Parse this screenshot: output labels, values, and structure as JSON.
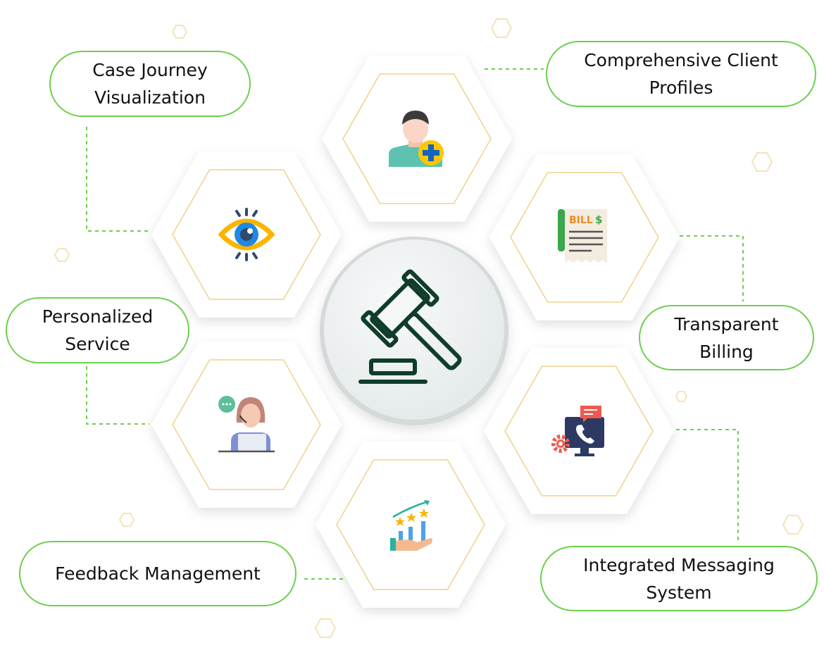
{
  "center": {
    "icon": "gavel-icon"
  },
  "features": [
    {
      "label": "Case Journey Visualization",
      "lines": [
        "Case Journey",
        "Visualization"
      ],
      "icon": "eye-icon"
    },
    {
      "label": "Comprehensive Client Profiles",
      "lines": [
        "Comprehensive Client",
        "Profiles"
      ],
      "icon": "user-add-icon"
    },
    {
      "label": "Transparent Billing",
      "lines": [
        "Transparent",
        "Billing"
      ],
      "icon": "bill-icon",
      "icon_text": "BILL",
      "icon_symbol": "$"
    },
    {
      "label": "Personalized Service",
      "lines": [
        "Personalized",
        "Service"
      ],
      "icon": "support-agent-icon"
    },
    {
      "label": "Feedback Management",
      "lines": [
        "Feedback Management"
      ],
      "icon": "rating-growth-icon"
    },
    {
      "label": "Integrated Messaging System",
      "lines": [
        "Integrated Messaging",
        "System"
      ],
      "icon": "messaging-icon"
    }
  ],
  "colors": {
    "accent": "#6dcf4e",
    "hex_border": "#efd28a",
    "center_icon": "#0f3d2a"
  }
}
